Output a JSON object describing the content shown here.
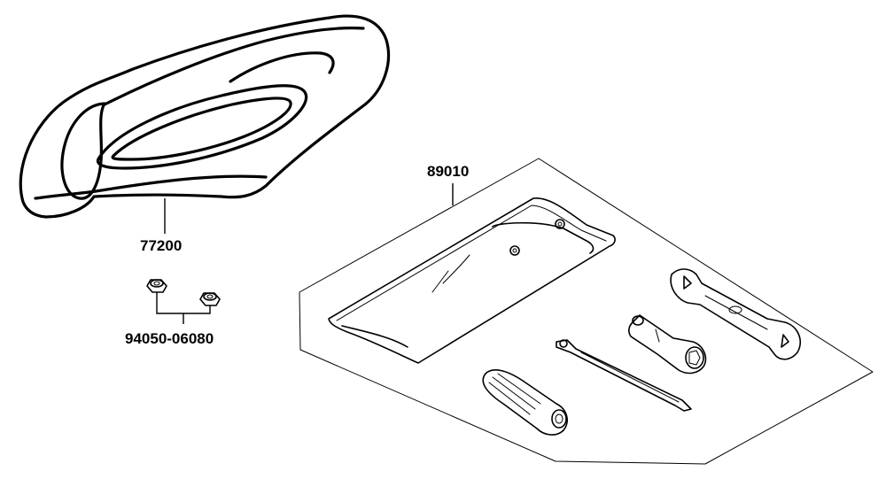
{
  "parts": {
    "seat": {
      "number": "77200"
    },
    "nuts": {
      "number": "94050-06080"
    },
    "tool_kit": {
      "number": "89010"
    }
  }
}
